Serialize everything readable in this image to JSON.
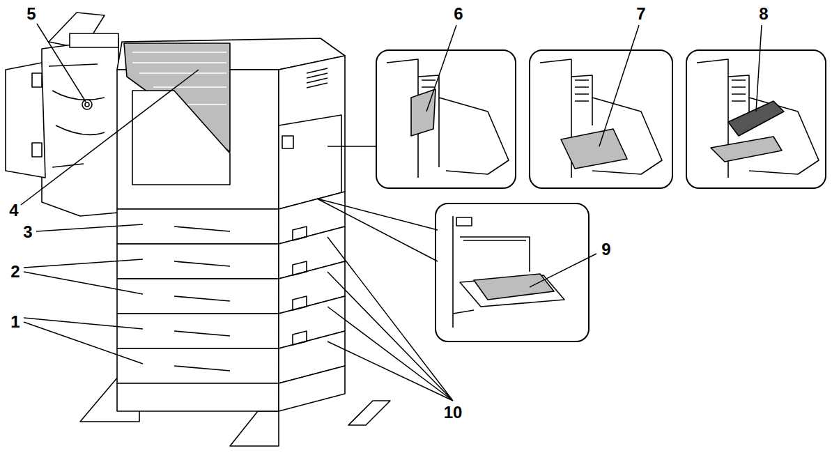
{
  "diagram": {
    "labels": [
      "5",
      "6",
      "7",
      "8",
      "4",
      "3",
      "2",
      "9",
      "1",
      "10"
    ]
  }
}
